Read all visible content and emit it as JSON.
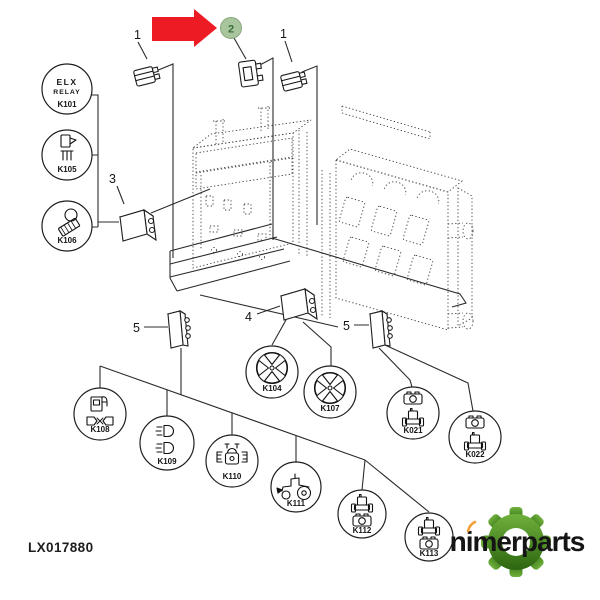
{
  "drawing": {
    "part_code": "LX017880",
    "callouts": {
      "fuse_left": "1",
      "fuse_middle": "2",
      "fuse_right": "1",
      "relay_3": "3",
      "relay_4": "4",
      "switch_left": "5",
      "switch_right": "5"
    },
    "highlight": {
      "item": "2"
    },
    "components": {
      "k101": {
        "label": "K101",
        "line1": "ELX",
        "line2": "RELAY",
        "icon": "elx-relay-text"
      },
      "k105": {
        "label": "K105",
        "icon": "fuel-pump-pins-icon"
      },
      "k106": {
        "label": "K106",
        "icon": "beacon-light-icon"
      },
      "k108": {
        "label": "K108",
        "icon": "fuel-pump-connector-icon"
      },
      "k109": {
        "label": "K109",
        "icon": "headlights-icon"
      },
      "k110": {
        "label": "K110",
        "icon": "ignition-lock-icon"
      },
      "k111": {
        "label": "K111",
        "icon": "tractor-side-icon"
      },
      "k112": {
        "label": "K112",
        "icon": "tractor-and-camera-icon"
      },
      "k113": {
        "label": "K113",
        "icon": "tractor-and-camera-icon"
      },
      "k104": {
        "label": "K104",
        "icon": "fan-icon"
      },
      "k107": {
        "label": "K107",
        "icon": "fan-icon"
      },
      "k021": {
        "label": "K021",
        "icon": "camera-and-tractor-icon"
      },
      "k022": {
        "label": "K022",
        "icon": "camera-and-tractor-icon"
      }
    },
    "colors": {
      "arrow_red": "#ed1c24",
      "highlight_fill": "#a9c59e",
      "highlight_stroke": "#86a77b",
      "highlight_text": "#3c6e3c",
      "line_color": "#222222"
    }
  },
  "logo": {
    "brand": "nimerparts",
    "gear_green_light": "#6fb13d",
    "gear_green_dark": "#2c660f",
    "accent_orange": "#f2a236",
    "text_color": "#151515"
  }
}
